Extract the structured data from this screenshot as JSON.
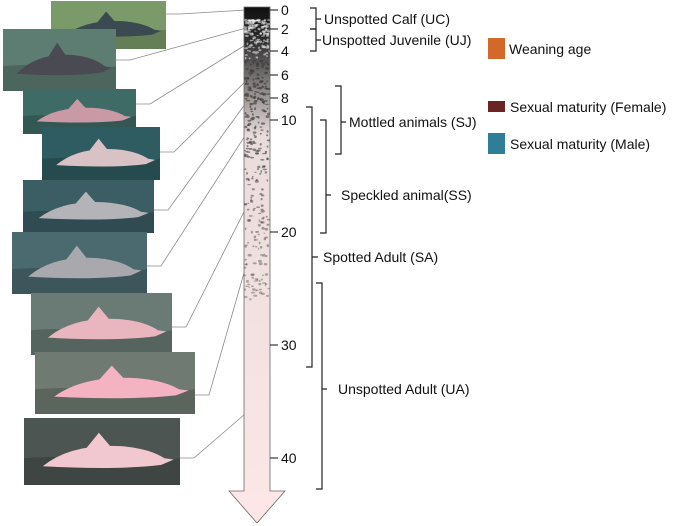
{
  "axis": {
    "ticks": [
      "0",
      "2",
      "4",
      "6",
      "8",
      "10",
      "20",
      "30",
      "40"
    ]
  },
  "stages": [
    {
      "label": "Unspotted Calf (UC)"
    },
    {
      "label": "Unspotted Juvenile (UJ)"
    },
    {
      "label": "Mottled animals (SJ)"
    },
    {
      "label": "Speckled animal(SS)"
    },
    {
      "label": "Spotted Adult (SA)"
    },
    {
      "label": "Unspotted Adult (UA)"
    }
  ],
  "legend": [
    {
      "label": "Weaning age",
      "color": "#d2692b"
    },
    {
      "label": "Sexual maturity (Female)",
      "color": "#6b2424"
    },
    {
      "label": "Sexual maturity (Male)",
      "color": "#2f7d96"
    }
  ],
  "colors": {
    "bar_top": "#101010",
    "bar_mid": "#e9dcdc",
    "bar_bottom": "#fde7e7",
    "bracket": "#222222",
    "connector": "#8a8a8a"
  },
  "photos": [
    {
      "icon": "dolphin-photo-icon",
      "skin": "#3a4a50",
      "water": "#7a9a6a"
    },
    {
      "icon": "dolphin-photo-icon",
      "skin": "#4a4a52",
      "water": "#5d7d73"
    },
    {
      "icon": "dolphin-photo-icon",
      "skin": "#c99aa6",
      "water": "#3f6b66"
    },
    {
      "icon": "dolphin-photo-icon",
      "skin": "#d8c2c6",
      "water": "#2f5c60"
    },
    {
      "icon": "dolphin-photo-icon",
      "skin": "#b4b4b8",
      "water": "#3b5d64"
    },
    {
      "icon": "dolphin-photo-icon",
      "skin": "#a9a9ad",
      "water": "#4b6a70"
    },
    {
      "icon": "dolphin-photo-icon",
      "skin": "#e9b6bf",
      "water": "#6a7a74"
    },
    {
      "icon": "dolphin-photo-icon",
      "skin": "#f3b3c1",
      "water": "#6f7a72"
    },
    {
      "icon": "dolphin-photo-icon",
      "skin": "#f1c8cf",
      "water": "#4c5551"
    }
  ]
}
